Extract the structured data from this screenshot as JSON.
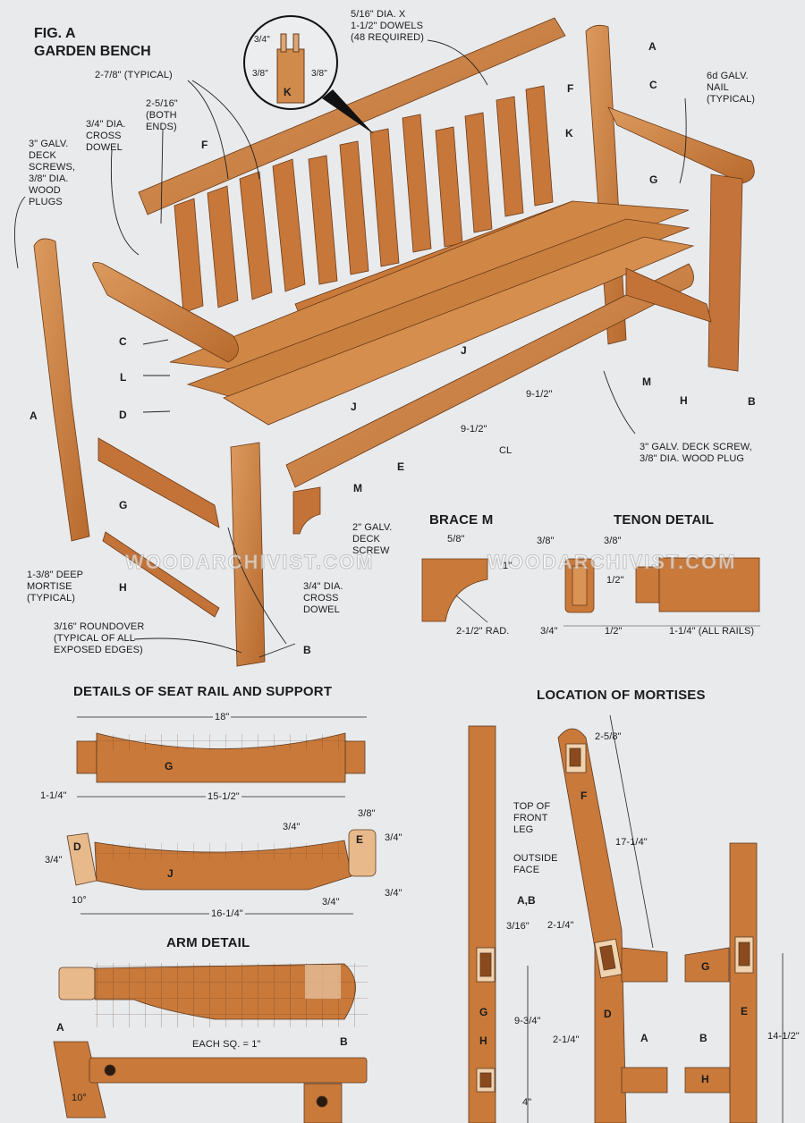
{
  "figure": {
    "label": "FIG. A",
    "title": "GARDEN BENCH"
  },
  "colors": {
    "background": "#e9eaec",
    "wood": "#c9793a",
    "wood_light": "#dc9a5e",
    "wood_dark": "#9a5420",
    "mortise": "#8a4a1e",
    "mortise_frame": "#f0d2ae",
    "ink": "#1b1b1b"
  },
  "main_drawing": {
    "callouts": {
      "dowels": "5/16\" DIA. X\n1-1/2\" DOWELS\n(48 REQUIRED)",
      "typical_spacing": "2-7/8\" (TYPICAL)",
      "end_spacing": "2-5/16\"\n(BOTH\nENDS)",
      "cross_dowel_top": "3/4\" DIA.\nCROSS\nDOWEL",
      "deck_screws": "3\" GALV.\nDECK\nSCREWS,\n3/8\" DIA.\nWOOD\nPLUGS",
      "nail": "6d GALV.\nNAIL\n(TYPICAL)",
      "deck_screw_plug": "3\" GALV. DECK SCREW,\n3/8\" DIA. WOOD PLUG",
      "brace_screw": "2\" GALV.\nDECK\nSCREW",
      "cross_dowel_bottom": "3/4\" DIA.\nCROSS\nDOWEL",
      "mortise": "1-3/8\" DEEP\nMORTISE\n(TYPICAL)",
      "roundover": "3/16\" ROUNDOVER\n(TYPICAL OF ALL\nEXPOSED EDGES)",
      "dim_9_1": "9-1/2\"",
      "dim_9_2": "9-1/2\"",
      "centerline": "CL"
    },
    "inset": {
      "dim_top": "3/4\"",
      "dim_left": "3/8\"",
      "dim_right": "3/8\"",
      "part": "K"
    },
    "parts": {
      "A_top": "A",
      "A_left": "A",
      "B_right": "B",
      "B_bottom": "B",
      "C_top": "C",
      "C_left": "C",
      "D": "D",
      "E": "E",
      "F_top": "F",
      "F_left": "F",
      "G_top": "G",
      "G_left": "G",
      "H_right": "H",
      "H_left": "H",
      "J_mid": "J",
      "J_low": "J",
      "K": "K",
      "L": "L",
      "M_right": "M",
      "M_low": "M"
    }
  },
  "brace_m": {
    "title": "BRACE M",
    "dim_width": "5/8\"",
    "dim_height": "1\"",
    "dim_radius": "2-1/2\" RAD."
  },
  "tenon_detail": {
    "title": "TENON DETAIL",
    "dim_left_top": "3/8\"",
    "dim_right_top": "3/8\"",
    "dim_height": "1/2\"",
    "dim_bottom_width": "3/4\"",
    "dim_bottom_offset": "1/2\"",
    "dim_length": "1-1/4\" (ALL RAILS)"
  },
  "seat_rail": {
    "title": "DETAILS OF SEAT RAIL AND SUPPORT",
    "dim_overall": "18\"",
    "dim_tenon": "1-1/4\"",
    "dim_body": "15-1/2\"",
    "dim_3_8": "3/8\"",
    "dim_3_4_a": "3/4\"",
    "dim_3_4_b": "3/4\"",
    "dim_3_4_c": "3/4\"",
    "dim_3_4_d": "3/4\"",
    "dim_3_4_e": "3/4\"",
    "dim_angle": "10°",
    "dim_support": "16-1/4\"",
    "part_G": "G",
    "part_J": "J",
    "part_D": "D",
    "part_E": "E"
  },
  "arm_detail": {
    "title": "ARM DETAIL",
    "grid_note": "EACH SQ. = 1\"",
    "dim_angle": "10°",
    "part_A": "A",
    "part_B": "B"
  },
  "mortise_location": {
    "title": "LOCATION OF MORTISES",
    "dim_top": "2-5/8\"",
    "dim_back_leg": "17-1/4\"",
    "note_top_front": "TOP OF\nFRONT\nLEG",
    "note_outside": "OUTSIDE\nFACE",
    "label_ab": "A,B",
    "dim_3_16": "3/16\"",
    "dim_2_1_4_a": "2-1/4\"",
    "dim_2_1_4_b": "2-1/4\"",
    "dim_9_3_4": "9-3/4\"",
    "dim_4": "4\"",
    "dim_14_1_2": "14-1/2\"",
    "part_F": "F",
    "part_G1": "G",
    "part_H1": "H",
    "part_D": "D",
    "part_E": "E",
    "part_A": "A",
    "part_B": "B",
    "part_G2": "G",
    "part_H2": "H"
  },
  "watermark": "WOODARCHIVIST.COM"
}
